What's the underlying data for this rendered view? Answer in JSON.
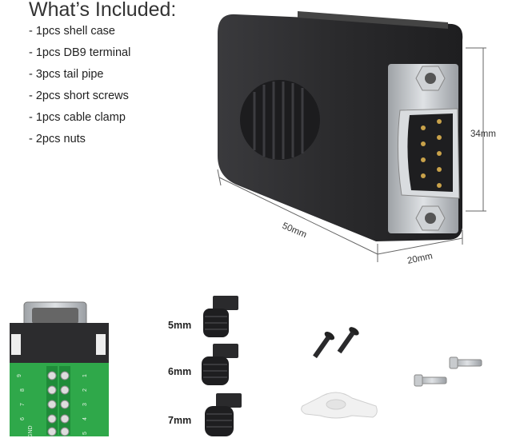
{
  "heading": "What’s Included:",
  "items": [
    "- 1pcs shell case",
    "- 1pcs DB9 terminal",
    "- 3pcs tail pipe",
    "- 2pcs short screws",
    "- 1pcs cable clamp",
    "- 2pcs nuts"
  ],
  "dimensions": {
    "height": "34mm",
    "length": "50mm",
    "width": "20mm"
  },
  "tail_pipes": [
    "5mm",
    "6mm",
    "7mm"
  ],
  "terminal_pin_labels": [
    "9",
    "8",
    "7",
    "6",
    "GND",
    "1",
    "2",
    "3",
    "4",
    "5"
  ],
  "colors": {
    "shell": "#2a2a2c",
    "terminal_pcb": "#2fa84a",
    "connector_metal": "#b9bcc0"
  }
}
